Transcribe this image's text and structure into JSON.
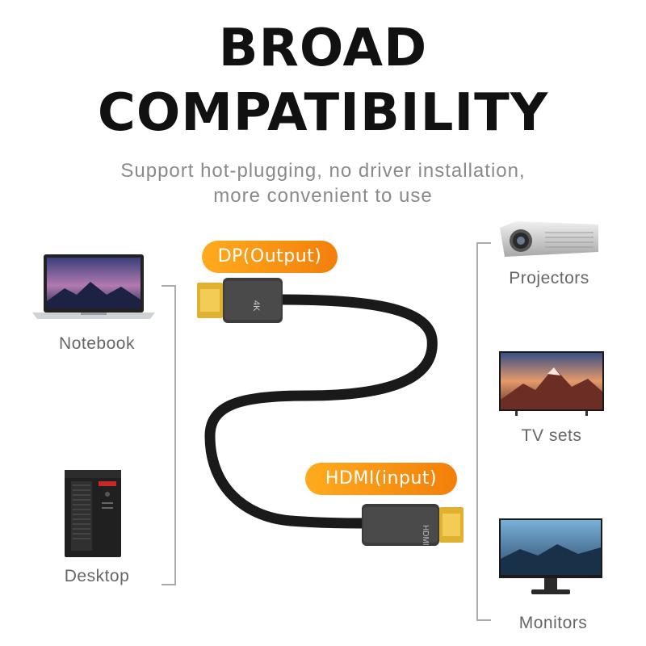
{
  "heading": {
    "line1": "BROAD",
    "line2": "COMPATIBILITY"
  },
  "subtitle": {
    "line1": "Support hot-plugging, no driver installation,",
    "line2": "more convenient to use"
  },
  "connectors": {
    "output_label": "DP(Output)",
    "input_label": "HDMI(input)",
    "plug_text_top": "4K",
    "plug_text_hdmi": "HDMI"
  },
  "sources": [
    {
      "label": "Notebook"
    },
    {
      "label": "Desktop"
    }
  ],
  "displays": [
    {
      "label": "Projectors"
    },
    {
      "label": "TV sets"
    },
    {
      "label": "Monitors"
    }
  ],
  "colors": {
    "pill_start": "#ffab1e",
    "pill_end": "#f27f0a",
    "cable": "#1a1a1a",
    "gold": "#e0b030"
  }
}
